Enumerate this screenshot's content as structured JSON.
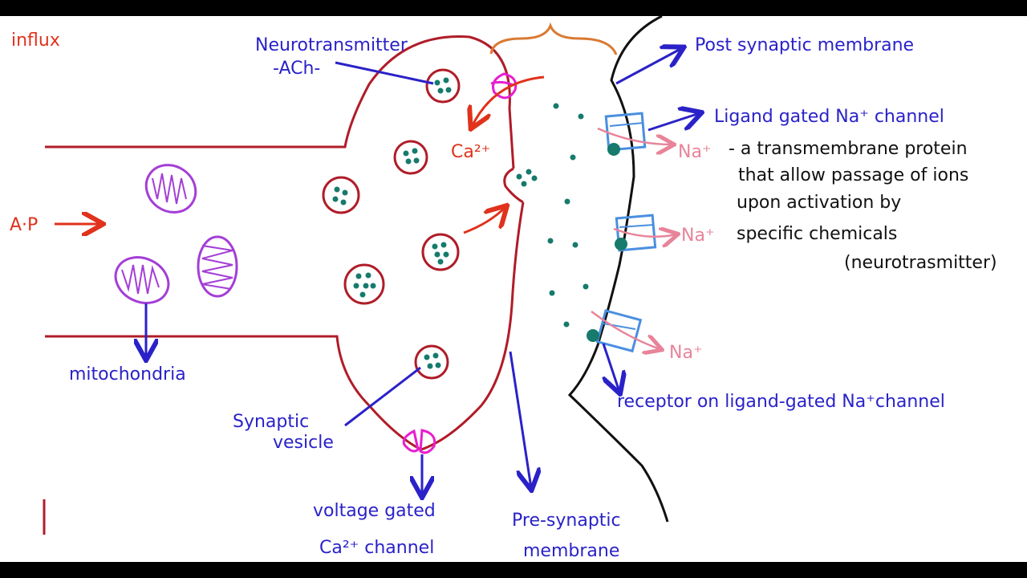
{
  "labels": {
    "influx": "influx",
    "action_potential": "A·P",
    "mitochondria": "mitochondria",
    "neurotransmitter": "Neurotransmitter",
    "ach": "-ACh-",
    "calcium_ion": "Ca²⁺",
    "post_synaptic_membrane": "Post synaptic membrane",
    "ligand_gated_channel": "Ligand gated Na⁺ channel",
    "channel_desc_line1": "- a transmembrane protein",
    "channel_desc_line2": "that allow passage of ions",
    "channel_desc_line3": "upon activation by",
    "channel_desc_line4": "specific chemicals",
    "channel_desc_line5": "(neurotrasmitter)",
    "na_ion": "Na⁺",
    "receptor": "receptor on ligand-gated Na⁺channel",
    "synaptic_vesicle_line1": "Synaptic",
    "synaptic_vesicle_line2": "vesicle",
    "voltage_gated_line1": "voltage gated",
    "voltage_gated_line2": "Ca²⁺ channel",
    "pre_synaptic_line1": "Pre-synaptic",
    "pre_synaptic_line2": "membrane"
  },
  "colors": {
    "membrane": "#b01c28",
    "annotation": "#2a22c8",
    "ion_flow": "#e0321c",
    "sodium": "#e8849a",
    "channel": "#4a8fe0",
    "mitochondria": "#a43ed6",
    "neurotransmitter": "#167a6c",
    "ca_channel": "#e81ed0"
  }
}
